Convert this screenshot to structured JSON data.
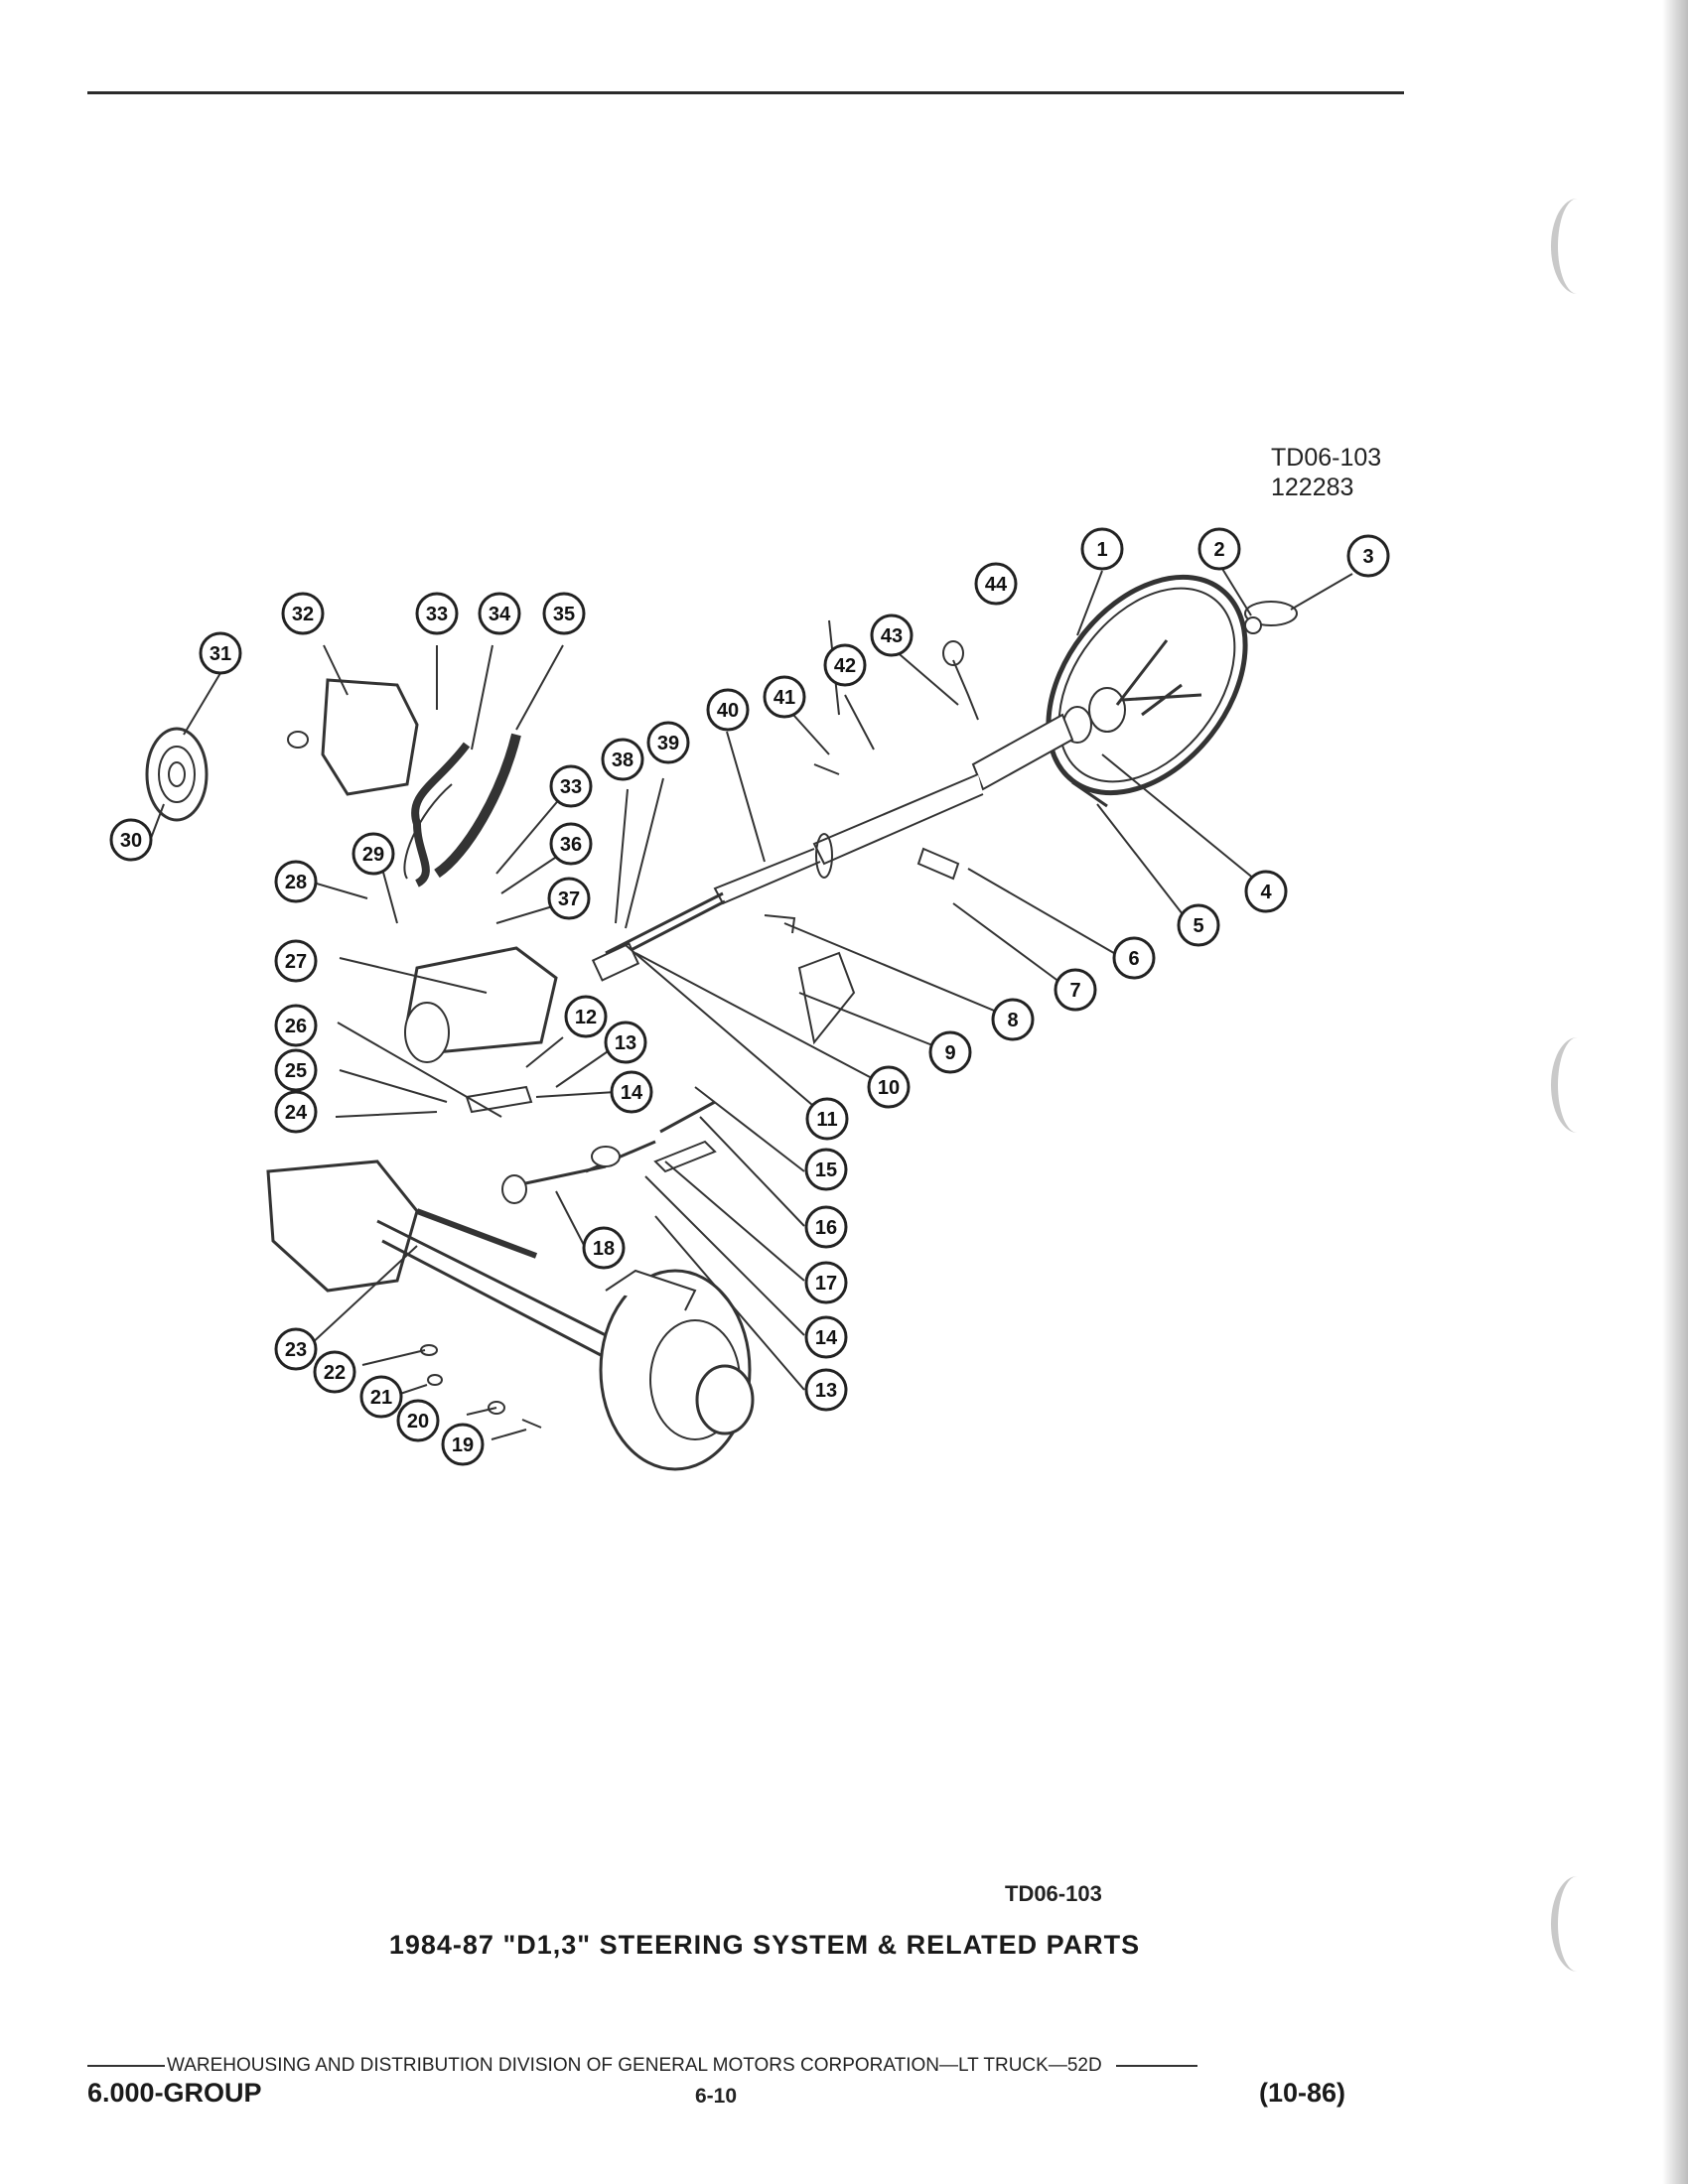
{
  "drawing_code": "TD06-103",
  "drawing_date": "122283",
  "figure_code": "TD06-103",
  "figure_title": "1984-87 \"D1,3\" STEERING SYSTEM & RELATED PARTS",
  "footer": {
    "publisher": "WAREHOUSING AND DISTRIBUTION  DIVISION OF GENERAL MOTORS CORPORATION—LT TRUCK—52D",
    "group": "6.000-GROUP",
    "page": "6-10",
    "revision": "(10-86)"
  },
  "callouts": [
    "1",
    "2",
    "3",
    "4",
    "5",
    "6",
    "7",
    "8",
    "9",
    "10",
    "11",
    "12",
    "13",
    "14",
    "15",
    "16",
    "17",
    "18",
    "19",
    "20",
    "21",
    "22",
    "23",
    "24",
    "25",
    "26",
    "27",
    "28",
    "29",
    "30",
    "31",
    "32",
    "33",
    "34",
    "35",
    "36",
    "37",
    "38",
    "39",
    "40",
    "41",
    "42",
    "43",
    "44",
    "33",
    "13",
    "14"
  ]
}
